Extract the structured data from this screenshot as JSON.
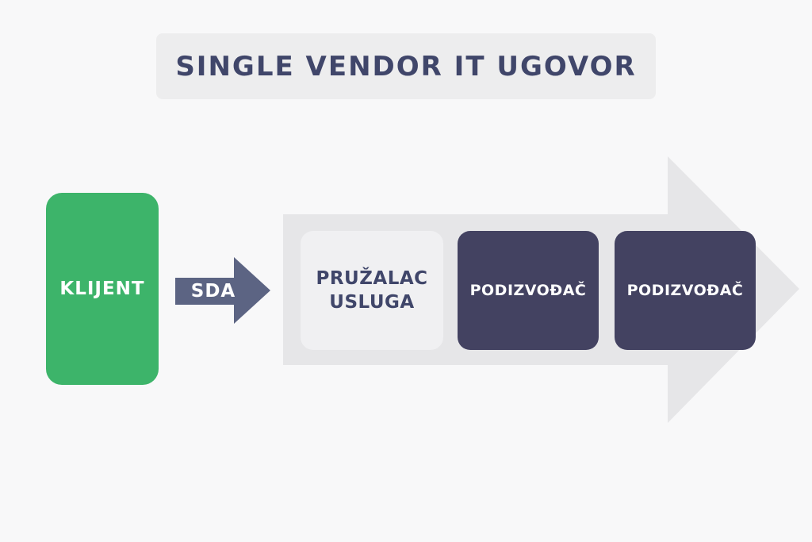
{
  "title": "SINGLE VENDOR IT UGOVOR",
  "client": {
    "label": "KLIJENT"
  },
  "connector": {
    "label": "SDA"
  },
  "chain": {
    "provider": {
      "line1": "PRUŽALAC",
      "line2": "USLUGA"
    },
    "subcontractors": [
      "PODIZVOĐAČ",
      "PODIZVOĐAČ"
    ]
  },
  "colors": {
    "client": "#3db46a",
    "subcontractor": "#434261",
    "title_text": "#40466a",
    "connector_arrow": "#5c6483",
    "big_arrow": "#e6e6e8"
  }
}
